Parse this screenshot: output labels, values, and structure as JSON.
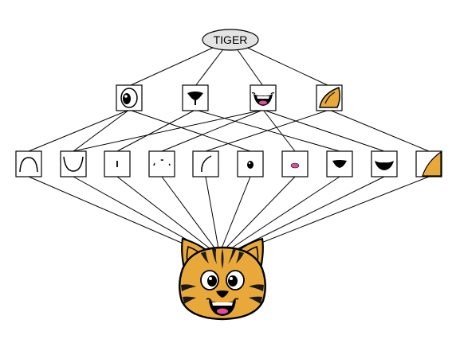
{
  "root": {
    "label": "TIGER"
  },
  "mid_parts": [
    {
      "id": "eye",
      "icon": "eye-icon"
    },
    {
      "id": "nose",
      "icon": "nose-icon"
    },
    {
      "id": "mouth",
      "icon": "mouth-icon"
    },
    {
      "id": "ear",
      "icon": "ear-icon"
    }
  ],
  "primitives": [
    {
      "id": "arc-up",
      "icon": "arc-up-icon"
    },
    {
      "id": "arc-down",
      "icon": "arc-down-icon"
    },
    {
      "id": "short-bar",
      "icon": "short-bar-icon"
    },
    {
      "id": "small-arc",
      "icon": "small-arc-icon"
    },
    {
      "id": "curve",
      "icon": "curve-icon"
    },
    {
      "id": "dark-oval",
      "icon": "dark-oval-icon"
    },
    {
      "id": "pink-oval",
      "icon": "pink-oval-icon"
    },
    {
      "id": "nose-shape",
      "icon": "nose-shape-icon"
    },
    {
      "id": "mouth-shape",
      "icon": "mouth-shape-icon"
    },
    {
      "id": "ear-corner",
      "icon": "ear-corner-icon"
    }
  ],
  "colors": {
    "line": "#000000",
    "root_fill": "#e3e3e3",
    "tiger_orange": "#e8a93a",
    "pink": "#e0509a",
    "stripe": "#1a1a1a"
  },
  "face": {
    "icon": "tiger-face-icon"
  }
}
